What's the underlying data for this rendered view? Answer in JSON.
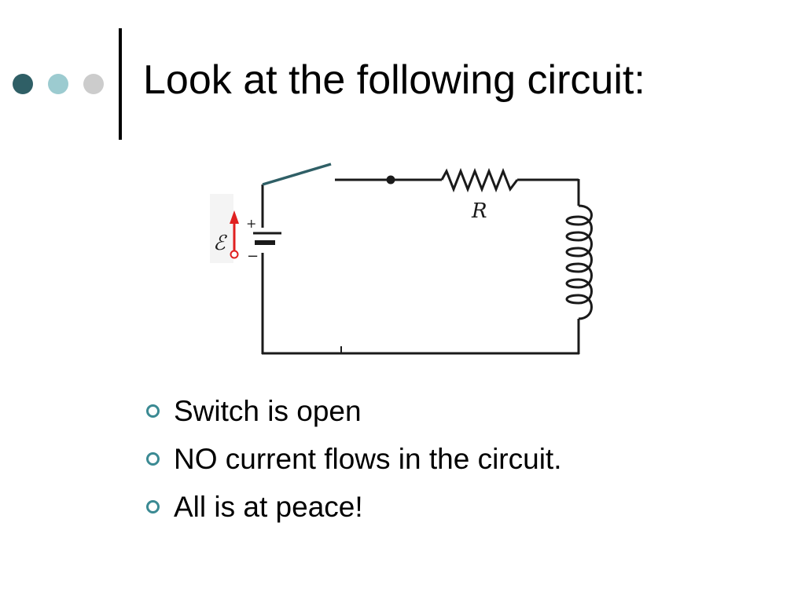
{
  "slide": {
    "title": "Look at the following circuit:",
    "bullets": [
      "Switch is open",
      "NO current flows in the circuit.",
      "All is at peace!"
    ]
  },
  "circuit": {
    "resistor_label": "R",
    "emf_symbol": "ℰ",
    "plus_sign": "+",
    "minus_sign": "−",
    "switch_state": "open"
  },
  "colors": {
    "dot_dark": "#2f5f66",
    "dot_light": "#9ccbd0",
    "dot_grey": "#cccccc",
    "bullet": "#3b8a93",
    "switch_blade": "#2f5f66",
    "emf_arrow": "#e02020",
    "wire": "#1a1a1a"
  }
}
